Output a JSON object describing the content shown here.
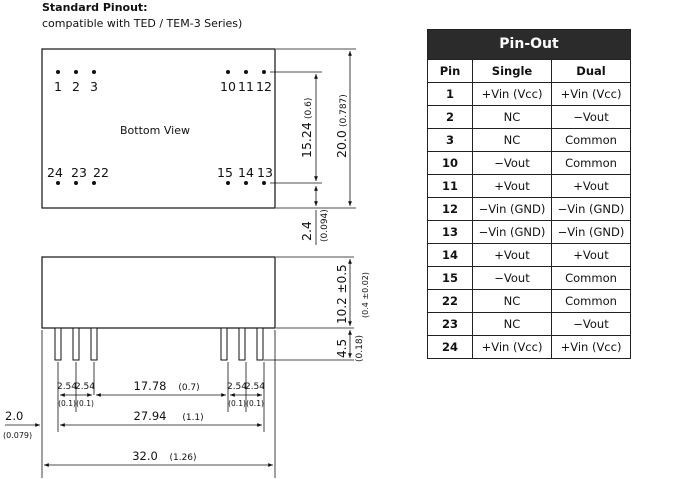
{
  "header": {
    "title": "Standard Pinout:",
    "subtitle": "compatible with TED / TEM-3 Series)"
  },
  "top_view": {
    "label": "Bottom View",
    "pins_top": [
      "1",
      "2",
      "3",
      "10",
      "11",
      "12"
    ],
    "pins_bottom": [
      "24",
      "23",
      "22",
      "15",
      "14",
      "13"
    ],
    "dim_15_24": "15.24",
    "dim_15_24_in": "(0.6)",
    "dim_20": "20.0",
    "dim_20_in": "(0.787)",
    "dim_2_4": "2.4",
    "dim_2_4_in": "(0.094)"
  },
  "side_view": {
    "dim_10_2": "10.2 ±0.5",
    "dim_10_2_in": "(0.4 ±0.02)",
    "dim_4_5": "4.5",
    "dim_4_5_in": "(0.18)",
    "pitch_l1": "2.54",
    "pitch_l2": "2.54",
    "pitch_l1_in": "(0.1)",
    "pitch_l2_in": "(0.1)",
    "pitch_r1": "2.54",
    "pitch_r2": "2.54",
    "pitch_r1_in": "(0.1)",
    "pitch_r2_in": "(0.1)",
    "dim_17_78": "17.78",
    "dim_17_78_in": "(0.7)",
    "dim_27_94": "27.94",
    "dim_27_94_in": "(1.1)",
    "dim_32": "32.0",
    "dim_32_in": "(1.26)",
    "dim_2_0": "2.0",
    "dim_2_0_in": "(0.079)"
  },
  "pinout_table": {
    "title": "Pin-Out",
    "headers": [
      "Pin",
      "Single",
      "Dual"
    ],
    "rows": [
      [
        "1",
        "+Vin (Vcc)",
        "+Vin (Vcc)"
      ],
      [
        "2",
        "NC",
        "−Vout"
      ],
      [
        "3",
        "NC",
        "Common"
      ],
      [
        "10",
        "−Vout",
        "Common"
      ],
      [
        "11",
        "+Vout",
        "+Vout"
      ],
      [
        "12",
        "−Vin (GND)",
        "−Vin (GND)"
      ],
      [
        "13",
        "−Vin (GND)",
        "−Vin (GND)"
      ],
      [
        "14",
        "+Vout",
        "+Vout"
      ],
      [
        "15",
        "−Vout",
        "Common"
      ],
      [
        "22",
        "NC",
        "Common"
      ],
      [
        "23",
        "NC",
        "−Vout"
      ],
      [
        "24",
        "+Vin (Vcc)",
        "+Vin (Vcc)"
      ]
    ]
  }
}
